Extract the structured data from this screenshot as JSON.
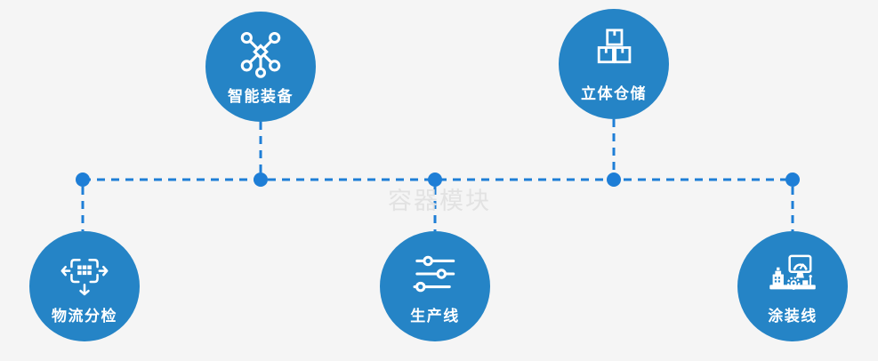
{
  "diagram": {
    "background_color": "#f5f5f5",
    "node_color": "#2584c6",
    "connector_color": "#1e7ed6",
    "icon_color": "#ffffff",
    "watermark": {
      "text": "容器模块",
      "color": "#e2e2e2"
    },
    "nodes": [
      {
        "label": "智能装备",
        "icon": "network-nodes-icon",
        "position": "top-left"
      },
      {
        "label": "立体仓储",
        "icon": "stacked-boxes-icon",
        "position": "top-right"
      },
      {
        "label": "物流分检",
        "icon": "sorting-arrows-icon",
        "position": "bottom-left"
      },
      {
        "label": "生产线",
        "icon": "sliders-icon",
        "position": "bottom-center"
      },
      {
        "label": "涂装线",
        "icon": "machinery-icon",
        "position": "bottom-right"
      }
    ]
  }
}
